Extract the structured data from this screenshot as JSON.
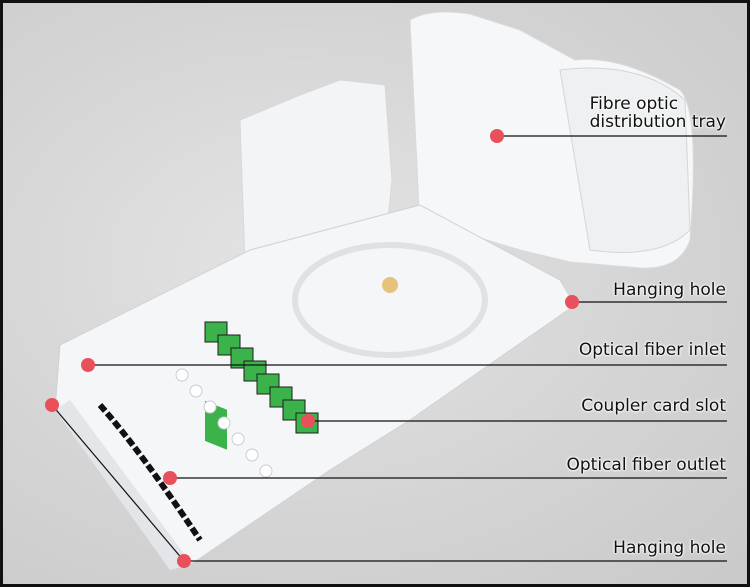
{
  "labels": {
    "tray_line1": "Fibre optic",
    "tray_line2": "distribution tray",
    "hanging_hole_top": "Hanging hole",
    "fiber_inlet": "Optical fiber inlet",
    "coupler_slot": "Coupler card slot",
    "fiber_outlet": "Optical fiber outlet",
    "hanging_hole_bottom": "Hanging hole"
  },
  "colors": {
    "marker": "#e8505b",
    "adapter": "#3cb34a",
    "body": "#f4f5f7"
  }
}
